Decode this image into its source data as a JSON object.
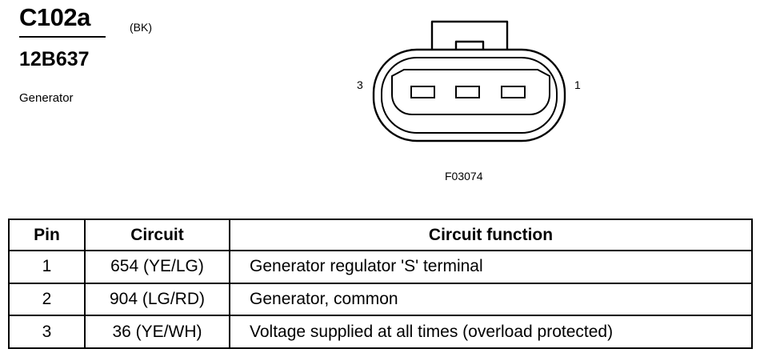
{
  "header": {
    "connector_id": "C102a",
    "connector_color": "(BK)",
    "part_number": "12B637",
    "component": "Generator"
  },
  "diagram": {
    "pin_left": "3",
    "pin_right": "1",
    "figure_code": "F03074"
  },
  "table": {
    "headers": {
      "pin": "Pin",
      "circuit": "Circuit",
      "function": "Circuit function"
    },
    "rows": [
      {
        "pin": "1",
        "circuit": "654 (YE/LG)",
        "function": "Generator regulator 'S' terminal"
      },
      {
        "pin": "2",
        "circuit": "904 (LG/RD)",
        "function": "Generator, common"
      },
      {
        "pin": "3",
        "circuit": "36 (YE/WH)",
        "function": "Voltage supplied at all times (overload protected)"
      }
    ]
  }
}
